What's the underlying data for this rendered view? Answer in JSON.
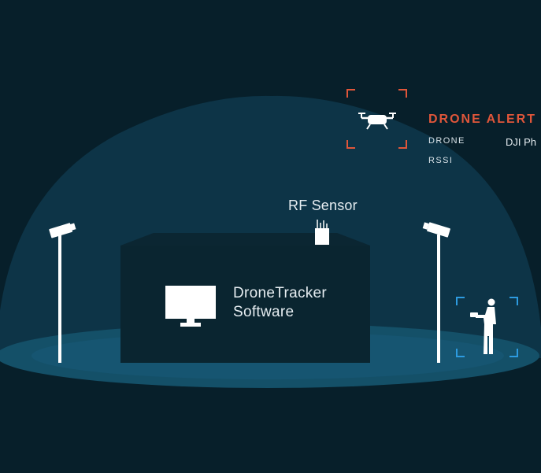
{
  "colors": {
    "background": "#071f2a",
    "dome": "#0d3447",
    "ground": "#145068",
    "building": "#0a2530",
    "foreground": "#ffffff",
    "alert_accent": "#e0563a",
    "person_brackets": "#2d9be0"
  },
  "icons": [
    "camera-icon",
    "rf-sensor-icon",
    "monitor-icon",
    "drone-icon",
    "person-icon"
  ],
  "rf_sensor": {
    "label": "RF Sensor"
  },
  "software": {
    "line1": "DroneTracker",
    "line2": "Software"
  },
  "alert": {
    "title": "DRONE ALERT",
    "fields": [
      {
        "key": "DRONE",
        "value": "DJI Ph"
      },
      {
        "key": "RSSI",
        "value": ""
      }
    ]
  }
}
